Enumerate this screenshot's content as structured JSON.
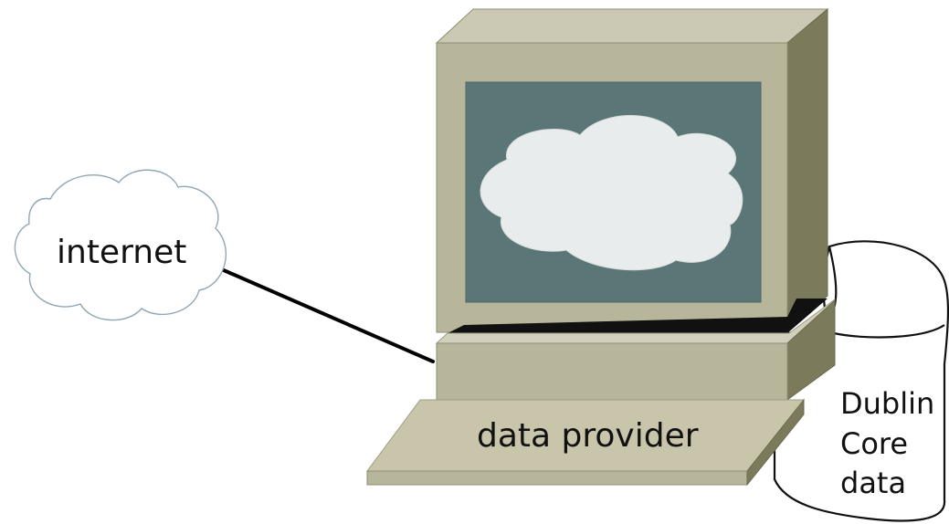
{
  "diagram": {
    "internet": {
      "label": "internet"
    },
    "provider": {
      "label": "data provider"
    },
    "storage": {
      "label_lines": [
        "Dublin",
        "Core",
        "data"
      ]
    }
  },
  "icons": {
    "internet": "cloud-icon",
    "screen": "cloud-icon",
    "computer": "computer-icon",
    "storage": "database-cylinder-icon"
  },
  "colors": {
    "background": "#ffffff",
    "cloud_outline": "#8ea7b3",
    "cloud_fill": "#ffffff",
    "monitor_front": "#b7b59a",
    "monitor_top": "#cbc9b3",
    "monitor_side": "#7b7a5a",
    "screen": "#5b7677",
    "screen_cloud": "#e8ecec",
    "keyboard": "#c8c5ab",
    "line": "#000000",
    "text": "#111111"
  }
}
